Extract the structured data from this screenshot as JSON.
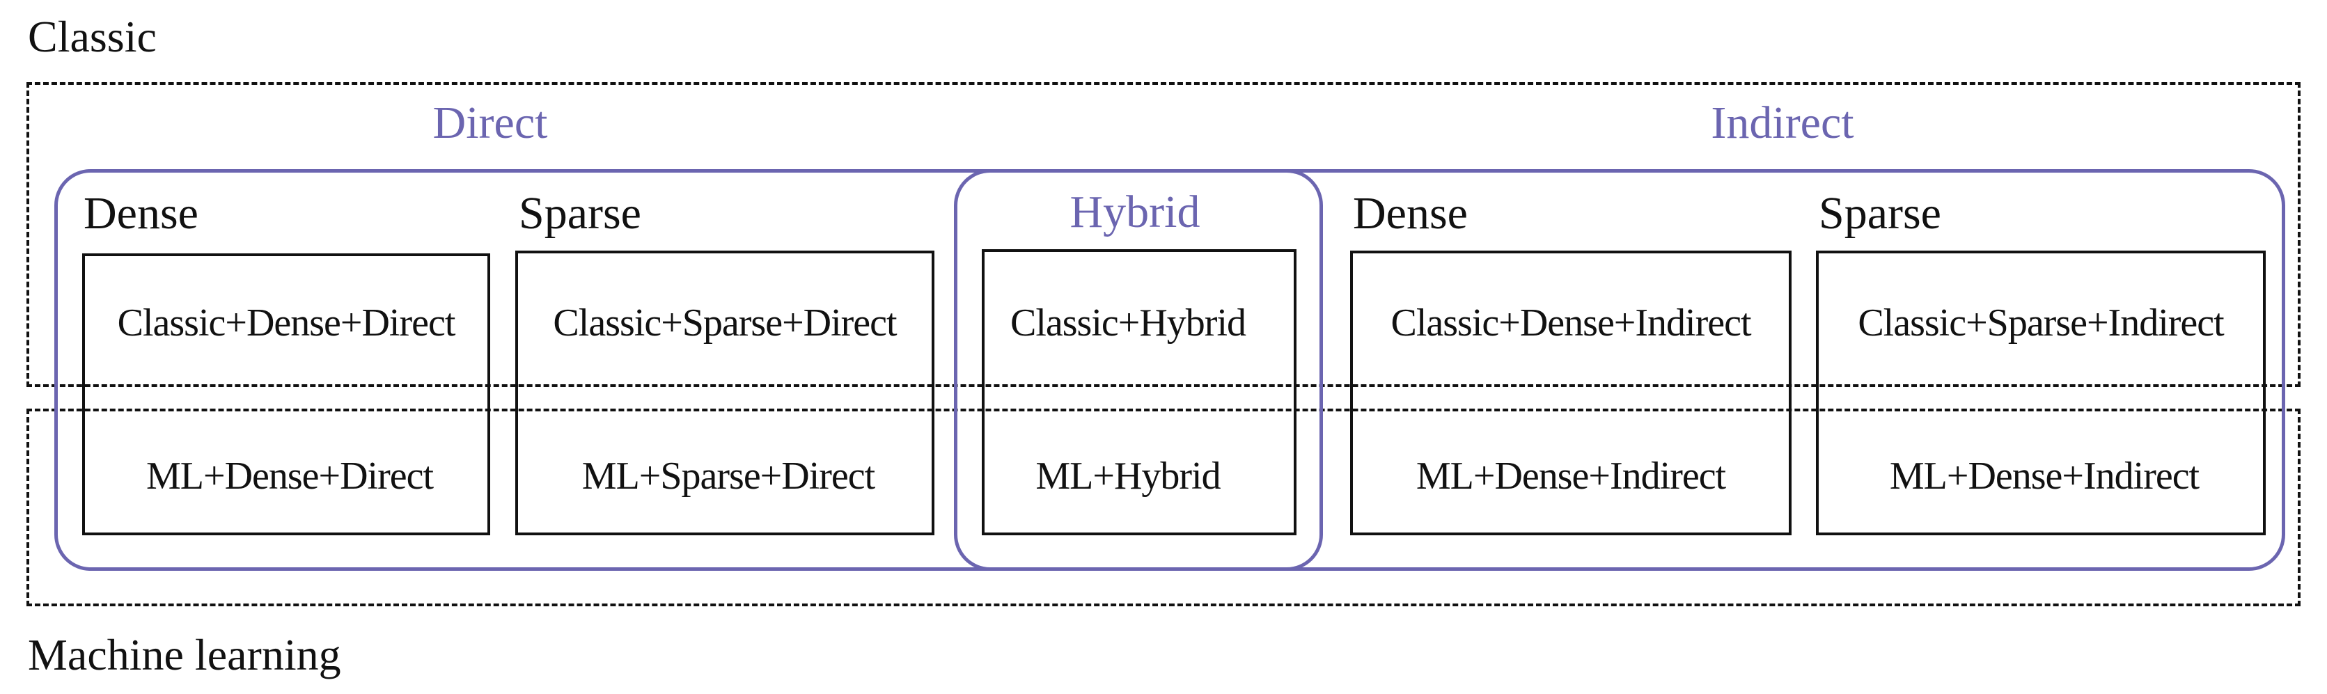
{
  "labels": {
    "classic": "Classic",
    "machine_learning": "Machine learning"
  },
  "groups": {
    "direct": "Direct",
    "indirect": "Indirect",
    "hybrid": "Hybrid"
  },
  "columns": [
    {
      "header": "Dense",
      "classic": "Classic+Dense+Direct",
      "ml": "ML+Dense+Direct"
    },
    {
      "header": "Sparse",
      "classic": "Classic+Sparse+Direct",
      "ml": "ML+Sparse+Direct"
    },
    {
      "header": "",
      "classic": "Classic+Hybrid",
      "ml": "ML+Hybrid"
    },
    {
      "header": "Dense",
      "classic": "Classic+Dense+Indirect",
      "ml": "ML+Dense+Indirect"
    },
    {
      "header": "Sparse",
      "classic": "Classic+Sparse+Indirect",
      "ml": "ML+Dense+Indirect"
    }
  ],
  "colors": {
    "accent": "#6b65b0",
    "line": "#111111",
    "background": "#ffffff"
  }
}
